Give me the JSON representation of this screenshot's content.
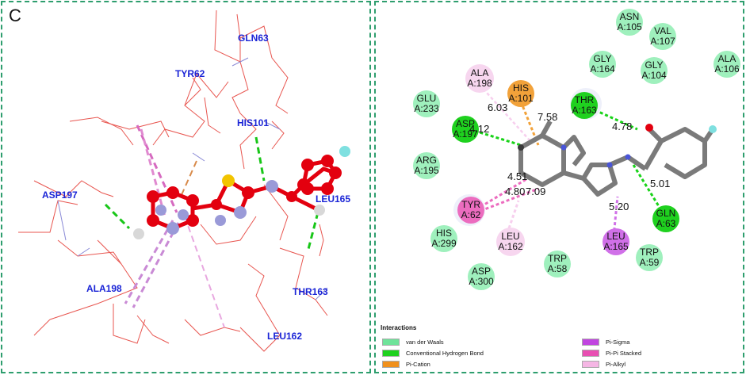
{
  "left_panel": {
    "letter": "C",
    "residue_labels": {
      "gln63": "GLN63",
      "tyr62": "TYR62",
      "his101": "HIS101",
      "asp197": "ASP197",
      "leu165": "LEU165",
      "ala198": "ALA198",
      "thr163": "THR163",
      "leu162": "LEU162"
    }
  },
  "right_panel": {
    "residues": {
      "asn105": {
        "name": "ASN",
        "id": "A:105"
      },
      "val107": {
        "name": "VAL",
        "id": "A:107"
      },
      "gly164": {
        "name": "GLY",
        "id": "A:164"
      },
      "gly104": {
        "name": "GLY",
        "id": "A:104"
      },
      "ala106": {
        "name": "ALA",
        "id": "A:106"
      },
      "ala198": {
        "name": "ALA",
        "id": "A:198"
      },
      "his101": {
        "name": "HIS",
        "id": "A:101"
      },
      "thr163": {
        "name": "THR",
        "id": "A:163"
      },
      "glu233": {
        "name": "GLU",
        "id": "A:233"
      },
      "asp197": {
        "name": "ASP",
        "id": "A:197"
      },
      "arg195": {
        "name": "ARG",
        "id": "A:195"
      },
      "tyr62": {
        "name": "TYR",
        "id": "A:62"
      },
      "gln63": {
        "name": "GLN",
        "id": "A:63"
      },
      "his299": {
        "name": "HIS",
        "id": "A:299"
      },
      "leu162": {
        "name": "LEU",
        "id": "A:162"
      },
      "leu165": {
        "name": "LEU",
        "id": "A:165"
      },
      "trp59": {
        "name": "TRP",
        "id": "A:59"
      },
      "trp58": {
        "name": "TRP",
        "id": "A:58"
      },
      "asp300": {
        "name": "ASP",
        "id": "A:300"
      }
    },
    "distances": {
      "d_603": "6.03",
      "d_758": "7.58",
      "d_478": "4.78",
      "d_412": "4.12",
      "d_451": "4.51",
      "d_480": "4.80",
      "d_709": "7.09",
      "d_501": "5.01",
      "d_520": "5.20"
    },
    "legend": {
      "title": "Interactions",
      "items": [
        {
          "label": "van der Waals",
          "color": "#6fe39a"
        },
        {
          "label": "Conventional Hydrogen Bond",
          "color": "#1fd11f"
        },
        {
          "label": "Pi-Cation",
          "color": "#f0901c"
        },
        {
          "label": "Pi-Sigma",
          "color": "#c145e0"
        },
        {
          "label": "Pi-Pi Stacked",
          "color": "#e84fb2"
        },
        {
          "label": "Pi-Alkyl",
          "color": "#f5b6e4"
        }
      ]
    }
  },
  "colors": {
    "border": "#2e9e6e",
    "residue_label": "#1a24d6",
    "vdw": "#9ff0bd",
    "hbond": "#18d318",
    "pi_cation": "#f2a23a",
    "pi_sigma": "#d070e8",
    "pi_pi": "#ec6cbf",
    "pi_alkyl": "#f7cfee",
    "ligand_red": "#e3000f"
  }
}
